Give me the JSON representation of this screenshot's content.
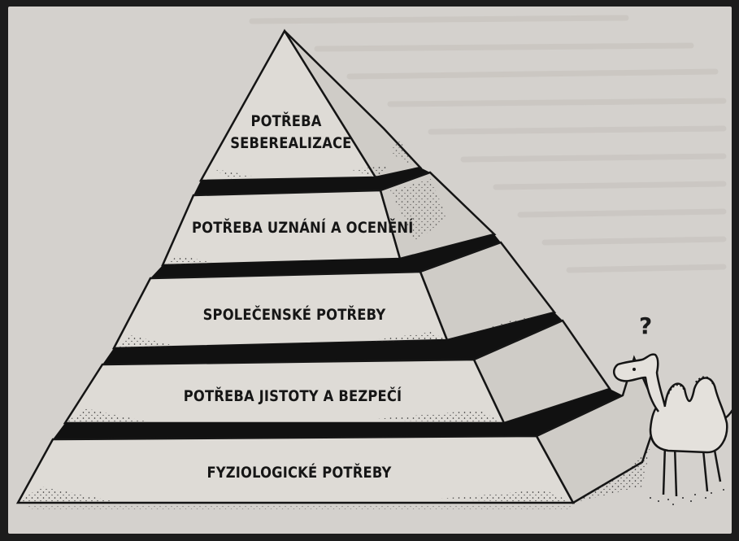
{
  "pyramid": {
    "tiers": [
      {
        "label": "POTŘEBA\nSEBEREALIZACE"
      },
      {
        "label": "POTŘEBA UZNÁNÍ A OCENĚNÍ"
      },
      {
        "label": "SPOLEČENSKÉ POTŘEBY"
      },
      {
        "label": "POTŘEBA JISTOTY A BEZPEČÍ"
      },
      {
        "label": "FYZIOLOGICKÉ POTŘEBY"
      }
    ]
  },
  "camel": {
    "mark": "?"
  },
  "colors": {
    "paper": "#d4d1cd",
    "ink": "#161616",
    "face": "#dedbd6",
    "side": "#cfccc7",
    "background": "#1c1c1c"
  }
}
